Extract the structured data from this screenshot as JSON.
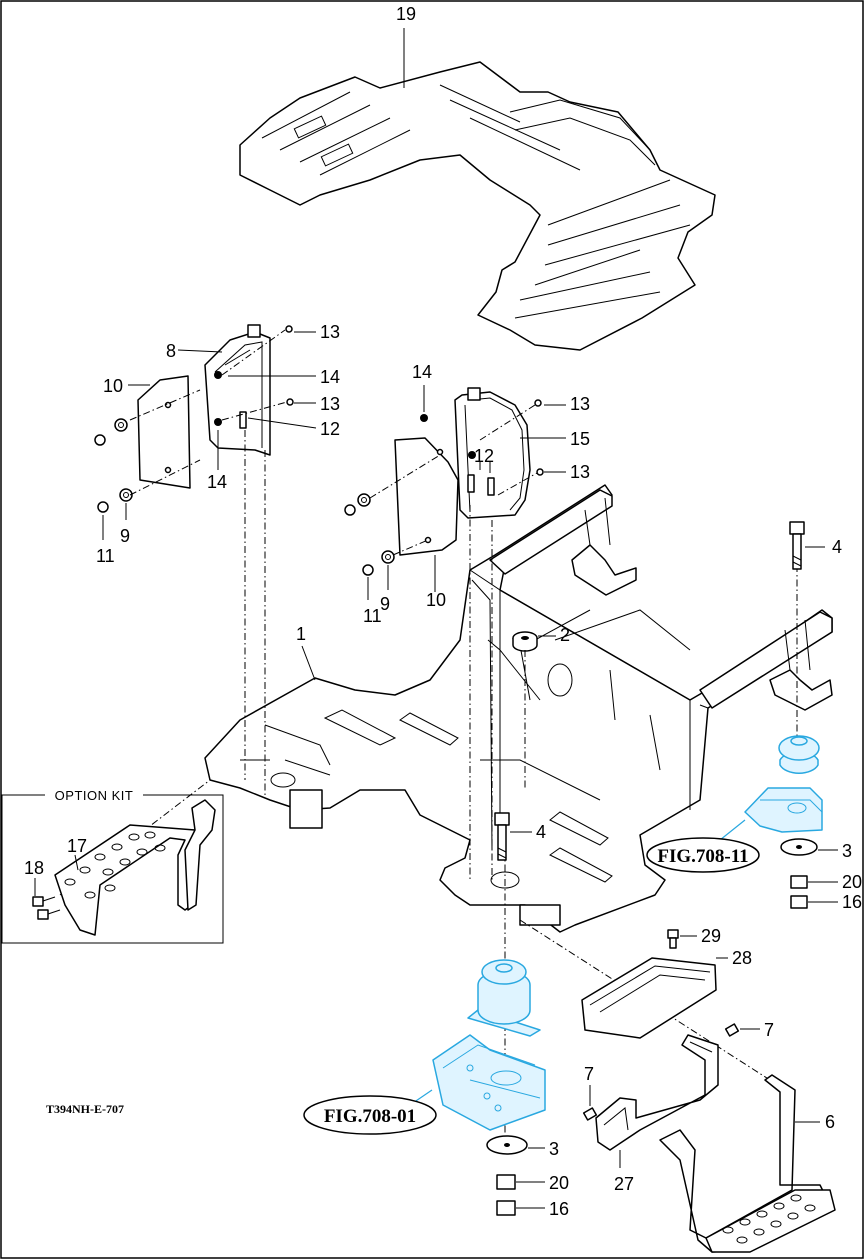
{
  "callouts": {
    "n1": "1",
    "n2": "2",
    "n3a": "3",
    "n3b": "3",
    "n4a": "4",
    "n4b": "4",
    "n6": "6",
    "n7a": "7",
    "n7b": "7",
    "n8": "8",
    "n9a": "9",
    "n9b": "9",
    "n10a": "10",
    "n10b": "10",
    "n11a": "11",
    "n11b": "11",
    "n12a": "12",
    "n12b": "12",
    "n13a": "13",
    "n13b": "13",
    "n13c": "13",
    "n13d": "13",
    "n14a": "14",
    "n14b": "14",
    "n14c": "14",
    "n15": "15",
    "n16a": "16",
    "n16b": "16",
    "n17": "17",
    "n18": "18",
    "n19": "19",
    "n20a": "20",
    "n20b": "20",
    "n27": "27",
    "n28": "28",
    "n29": "29"
  },
  "option_kit_label": "OPTION KIT",
  "figure_refs": {
    "ref_right": "FIG.708-11",
    "ref_bottom": "FIG.708-01"
  },
  "drawing_code": "T394NH-E-707",
  "colors": {
    "highlight": "#29a8e0",
    "line": "#000000",
    "background": "#ffffff"
  }
}
